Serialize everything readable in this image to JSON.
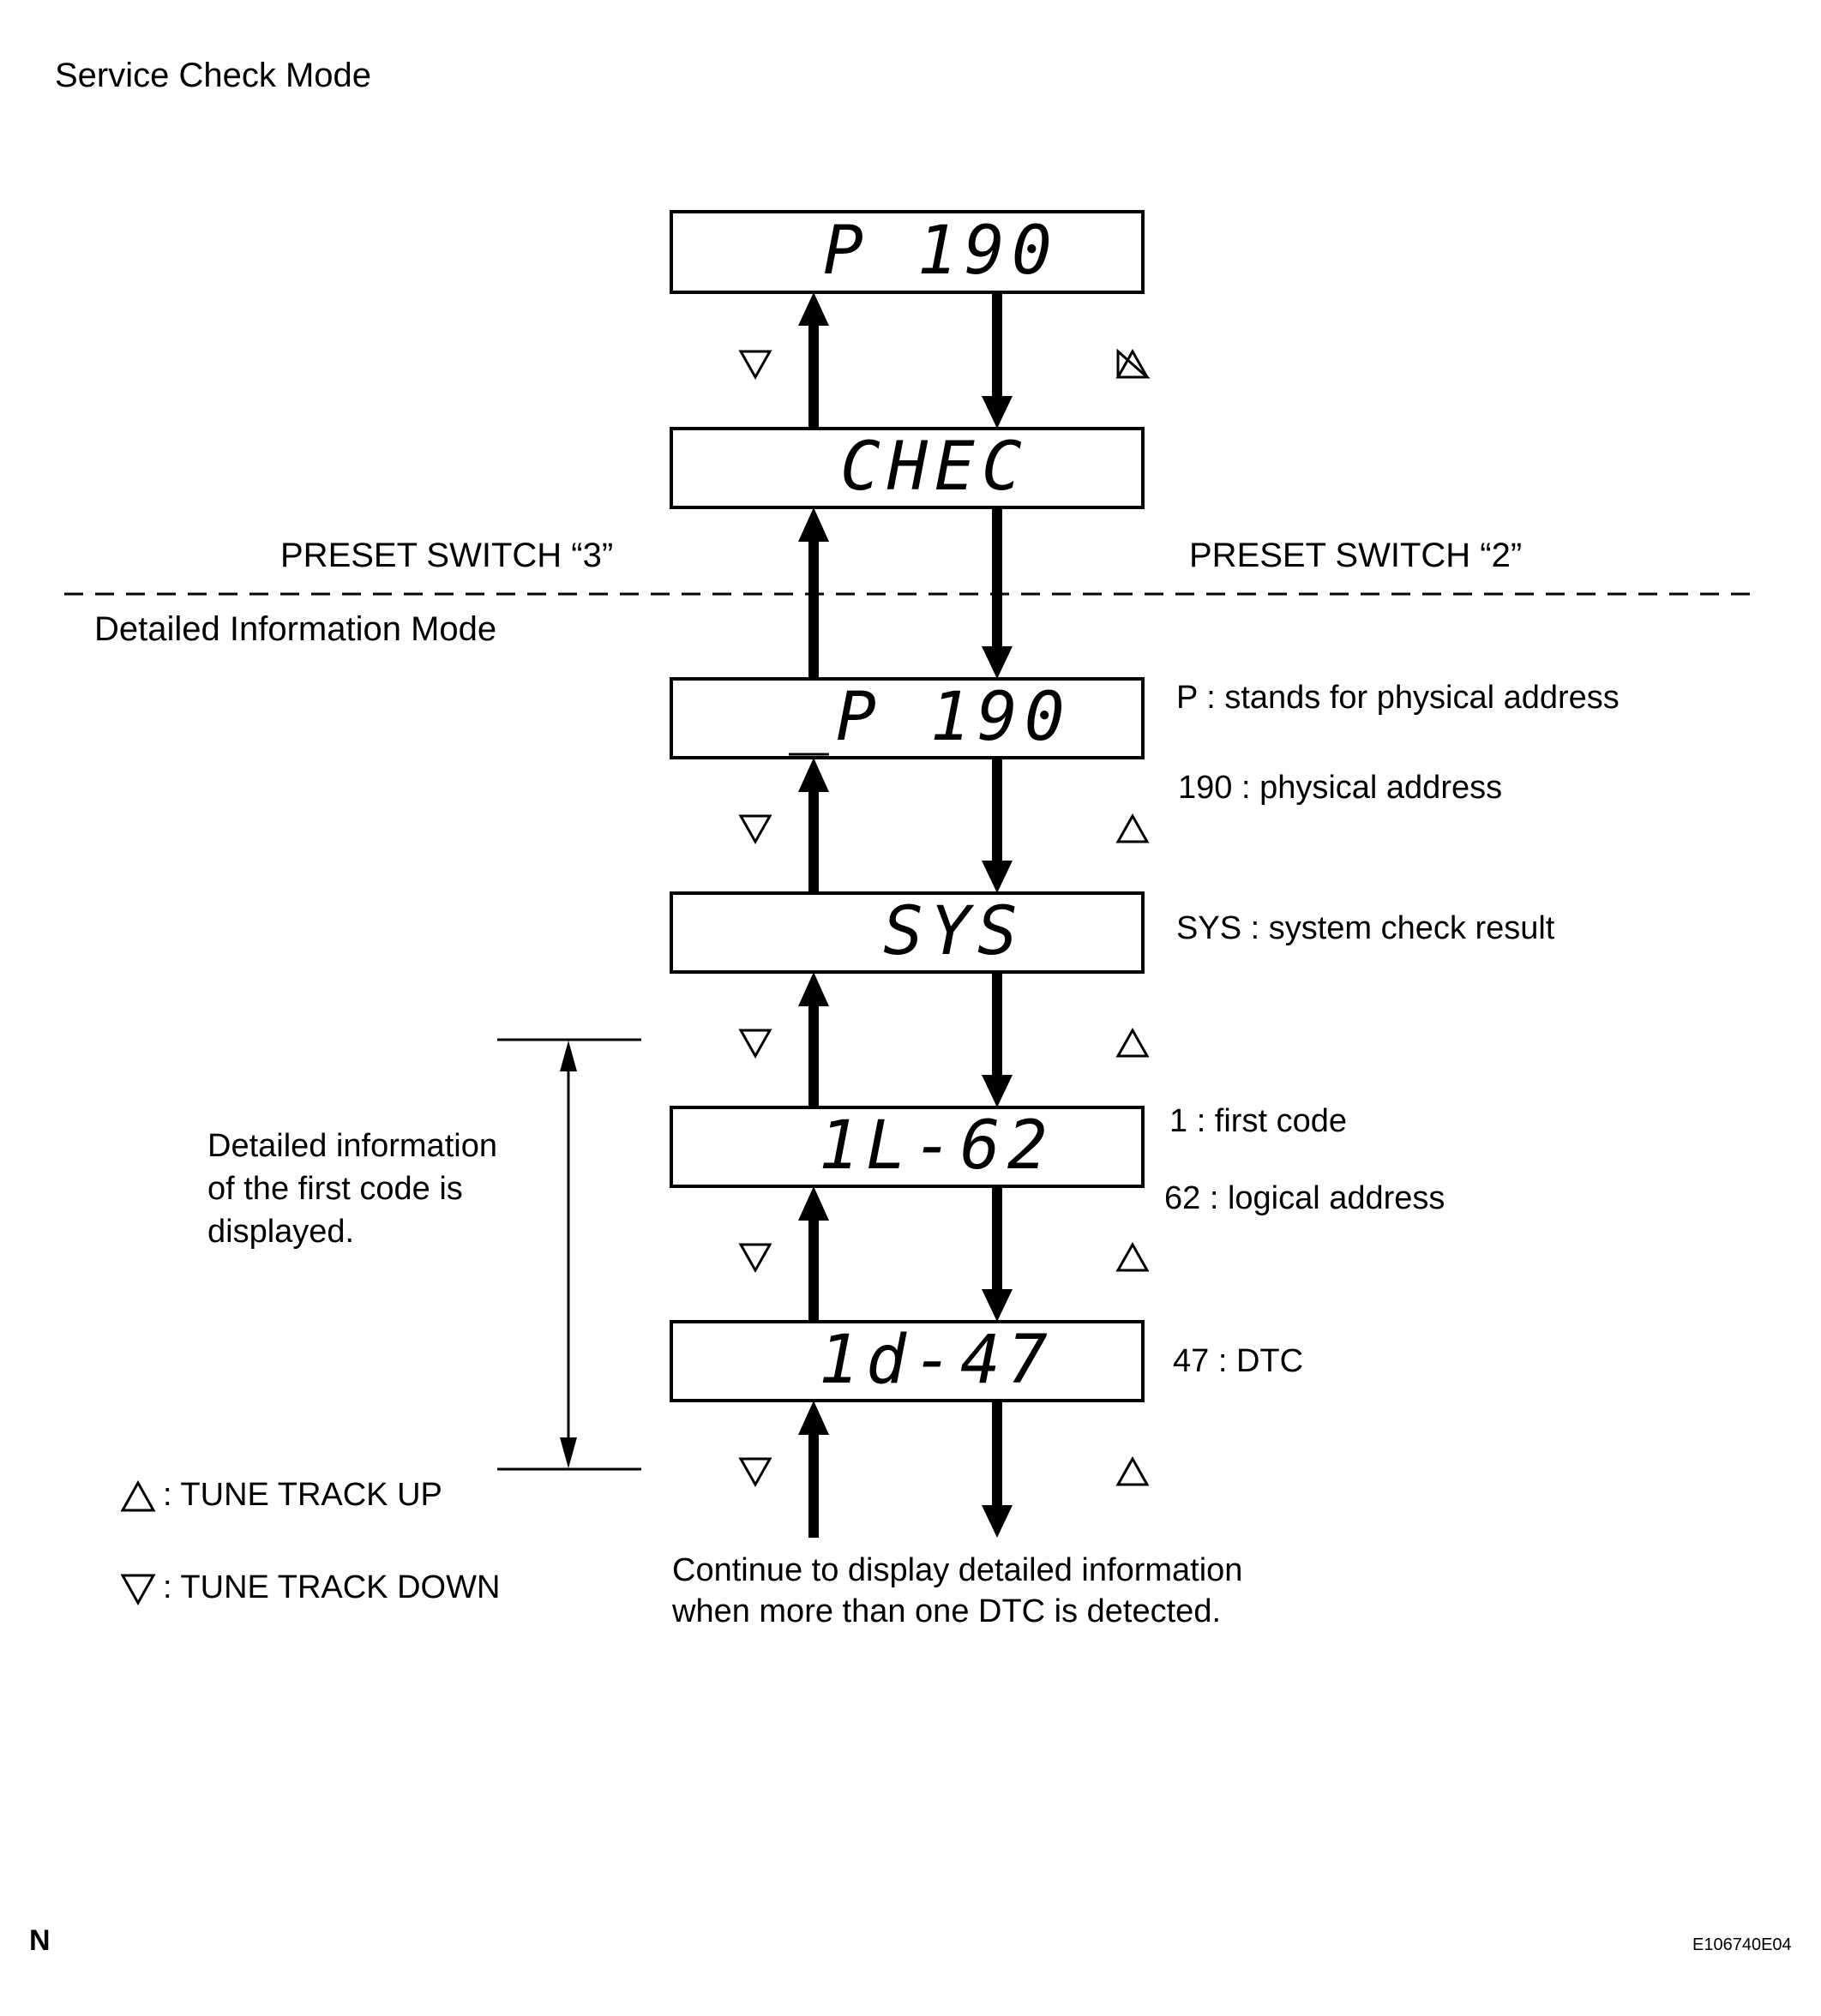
{
  "header": {
    "title": "Service Check Mode"
  },
  "modes": {
    "service_check_screens": [
      "P 190",
      "CHEC"
    ],
    "detailed_info_title": "Detailed Information Mode",
    "detailed_screens": [
      "_P 190",
      "SYS",
      "1L-62",
      "1d-47"
    ]
  },
  "switches": {
    "left": "PRESET SWITCH “3”",
    "right": "PRESET SWITCH “2”"
  },
  "annotations": {
    "p_label": "P : stands for physical address",
    "addr_label": "190 : physical address",
    "sys_label": "SYS : system check result",
    "first_code": "1 : first code",
    "logical": "62 : logical address",
    "dtc": "47 : DTC"
  },
  "bracket_note": "Detailed information of the first code is displayed.",
  "legend": {
    "up": ": TUNE TRACK UP",
    "down": ": TUNE TRACK DOWN"
  },
  "continue_note": "Continue to display detailed information when more than one DTC is detected.",
  "footer": {
    "corner_letter": "N",
    "figure_id": "E106740E04"
  },
  "icons": {
    "up": "triangle-up-icon",
    "down": "triangle-down-icon"
  },
  "colors": {
    "ink": "#000000",
    "background": "#ffffff"
  }
}
